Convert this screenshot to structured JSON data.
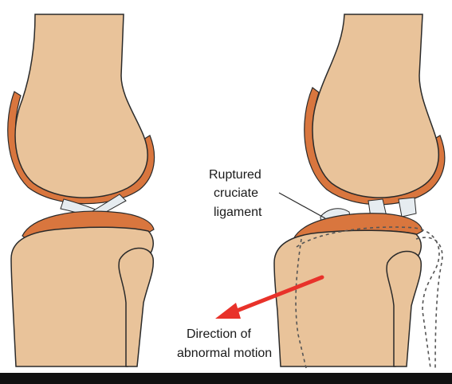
{
  "labels": {
    "ligament_line1": "Ruptured",
    "ligament_line2": "cruciate",
    "ligament_line3": "ligament",
    "motion_line1": "Direction of",
    "motion_line2": "abnormal motion"
  },
  "colors": {
    "bone": "#e9c39a",
    "bone_outline": "#2a2a2a",
    "cartilage": "#d9763e",
    "ligament": "#e6ecf0",
    "arrow": "#e8322a",
    "dashed_outline": "#555555"
  },
  "icons": {
    "motion_arrow": "arrow-left-down-icon"
  }
}
